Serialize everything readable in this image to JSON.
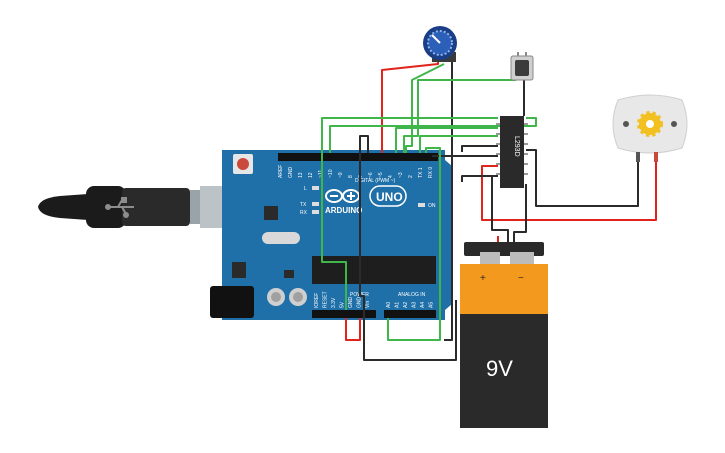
{
  "components": {
    "arduino": {
      "brand": "ARDUINO",
      "model": "UNO",
      "digital_label": "DIGITAL (PWM ~)",
      "power_label": "POWER",
      "analog_label": "ANALOG IN",
      "on_label": "ON",
      "led_labels": [
        "L",
        "TX",
        "RX"
      ],
      "top_pins": [
        "AREF",
        "GND",
        "13",
        "12",
        "~11",
        "~10",
        "~9",
        "8",
        "7",
        "~6",
        "~5",
        "4",
        "~3",
        "2",
        "TX 1",
        "RX 0"
      ],
      "power_pins": [
        "IOREF",
        "RESET",
        "3.3V",
        "5V",
        "GND",
        "GND",
        "Vin"
      ],
      "analog_pins": [
        "A0",
        "A1",
        "A2",
        "A3",
        "A4",
        "A5"
      ]
    },
    "ic": {
      "label": "L293D"
    },
    "battery": {
      "label": "9V",
      "plus": "+",
      "minus": "−"
    }
  },
  "colors": {
    "board": "#1f6fa8",
    "wire_red": "#e0231b",
    "wire_black": "#2b2b2b",
    "wire_green": "#3fb64a",
    "battery_orange": "#f39a1e",
    "battery_body": "#2a2a2a",
    "pot": "#2b5fb8",
    "motor": "#e8e8e8",
    "gear": "#f2c021"
  }
}
